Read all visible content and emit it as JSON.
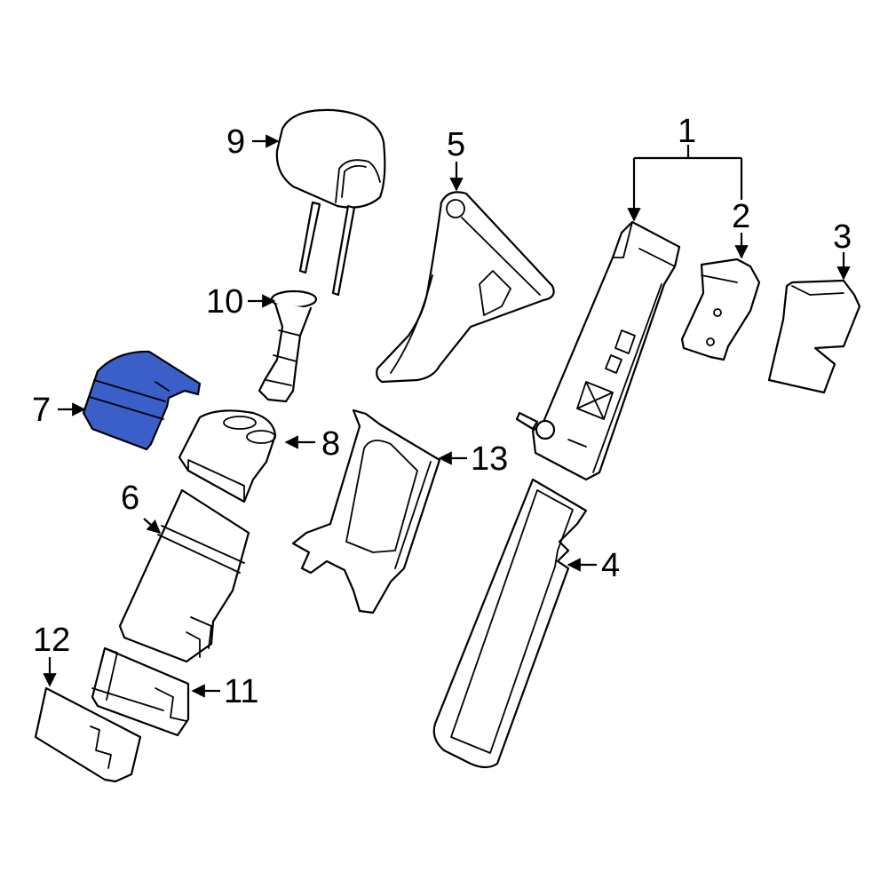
{
  "diagram": {
    "highlight_color": "#3a5fc8",
    "highlighted_part": "7",
    "callouts": [
      "1",
      "2",
      "3",
      "4",
      "5",
      "6",
      "7",
      "8",
      "9",
      "10",
      "11",
      "12",
      "13"
    ]
  }
}
